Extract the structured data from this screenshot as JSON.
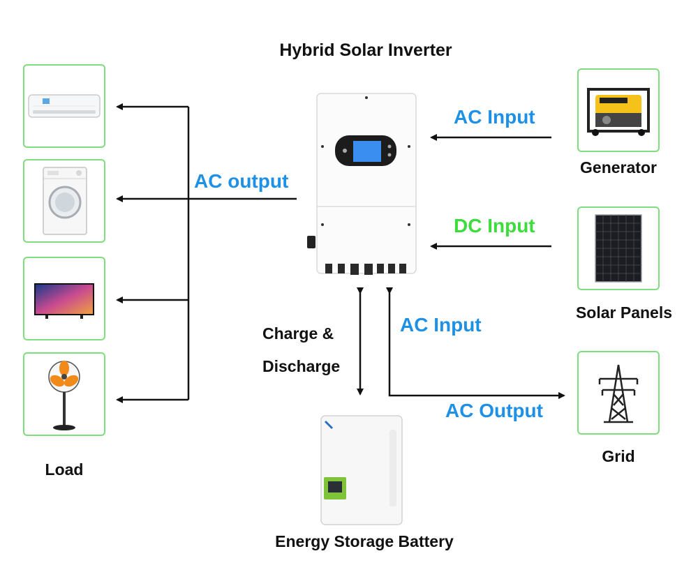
{
  "title": "Hybrid Solar Inverter",
  "captions": {
    "load": "Load",
    "generator": "Generator",
    "solar_panels": "Solar Panels",
    "grid": "Grid",
    "battery": "Energy Storage Battery"
  },
  "flows": {
    "ac_output_load": "AC output",
    "ac_input_generator": "AC Input",
    "dc_input_solar": "DC Input",
    "charge_line1": "Charge &",
    "charge_line2": "Discharge",
    "ac_input_grid": "AC Input",
    "ac_output_grid": "AC Output"
  },
  "loads": [
    {
      "name": "air-conditioner-icon"
    },
    {
      "name": "washing-machine-icon"
    },
    {
      "name": "television-icon"
    },
    {
      "name": "fan-icon"
    }
  ],
  "colors": {
    "blue_label": "#1e90e6",
    "green_label": "#3ddc3d",
    "box_border": "#7fdc7f"
  }
}
